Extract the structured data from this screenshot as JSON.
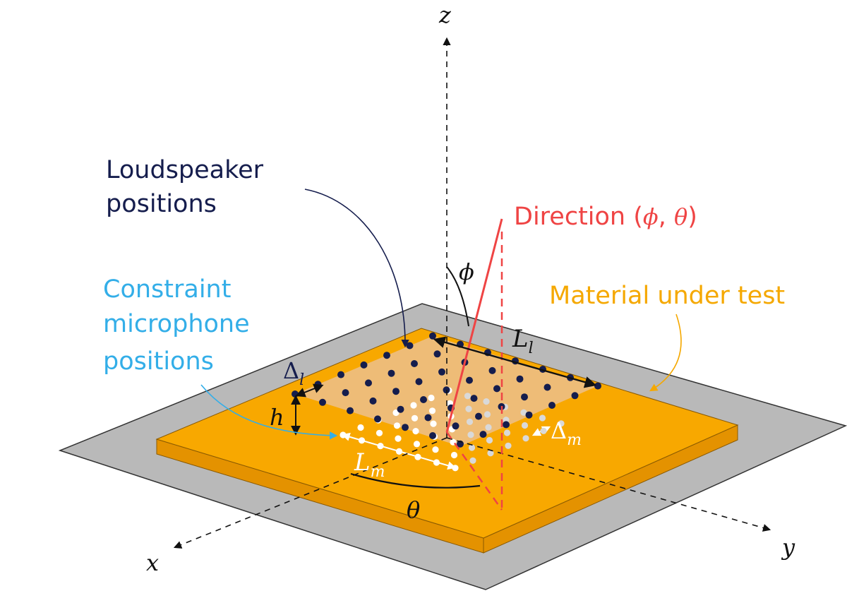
{
  "colors": {
    "ground": "#b9b9b9",
    "ground_edge": "#333333",
    "material_top": "#f8a800",
    "material_side": "#e49200",
    "loudspeaker_plane": "#ecc08c",
    "loudspeaker": "#151d4d",
    "microphone": "#ffffff",
    "microphone_under": "#d9d9d9",
    "direction": "#ef4444",
    "label_loudspeaker": "#151d4d",
    "label_microphone": "#33aee8",
    "label_material": "#f5a800",
    "axis": "#111111"
  },
  "axes": {
    "x": "x",
    "y": "y",
    "z": "z"
  },
  "labels": {
    "loudspeaker_line1": "Loudspeaker",
    "loudspeaker_line2": "positions",
    "constraint_line1": "Constraint",
    "constraint_line2": "microphone",
    "constraint_line3": "positions",
    "material": "Material under test",
    "direction_text": "Direction (",
    "direction_phi": "ϕ",
    "direction_sep": ", ",
    "direction_theta": "θ",
    "direction_close": ")"
  },
  "symbols": {
    "phi": "ϕ",
    "theta": "θ",
    "h": "h",
    "L": "L",
    "l_sub": "l",
    "m_sub": "m",
    "Delta": "Δ"
  }
}
